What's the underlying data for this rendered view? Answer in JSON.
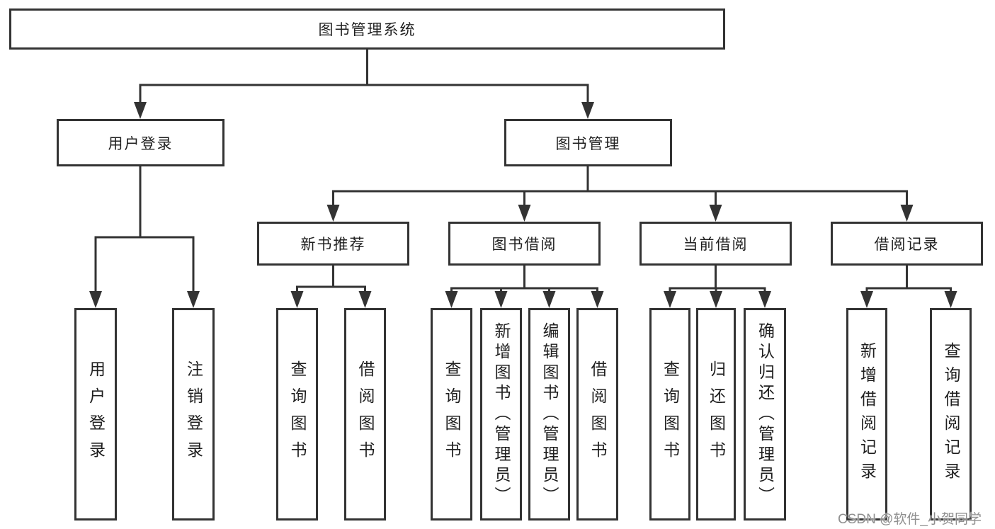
{
  "tree": {
    "label": "图书管理系统",
    "children": [
      {
        "label": "用户登录",
        "children": [
          {
            "label": "用户登录"
          },
          {
            "label": "注销登录"
          }
        ]
      },
      {
        "label": "图书管理",
        "children": [
          {
            "label": "新书推荐",
            "children": [
              {
                "label": "查询图书"
              },
              {
                "label": "借阅图书"
              }
            ]
          },
          {
            "label": "图书借阅",
            "children": [
              {
                "label": "查询图书"
              },
              {
                "label": "新增图书（管理员）"
              },
              {
                "label": "编辑图书（管理员）"
              },
              {
                "label": "借阅图书"
              }
            ]
          },
          {
            "label": "当前借阅",
            "children": [
              {
                "label": "查询图书"
              },
              {
                "label": "归还图书"
              },
              {
                "label": "确认归还（管理员）"
              }
            ]
          },
          {
            "label": "借阅记录",
            "children": [
              {
                "label": "新增借阅记录"
              },
              {
                "label": "查询借阅记录"
              }
            ]
          }
        ]
      }
    ]
  },
  "watermark": "CSDN @软件_小贺同学",
  "colors": {
    "line": "#333333",
    "text": "#1f1f1f",
    "watermark": "#8f8f8f",
    "background": "#ffffff"
  }
}
